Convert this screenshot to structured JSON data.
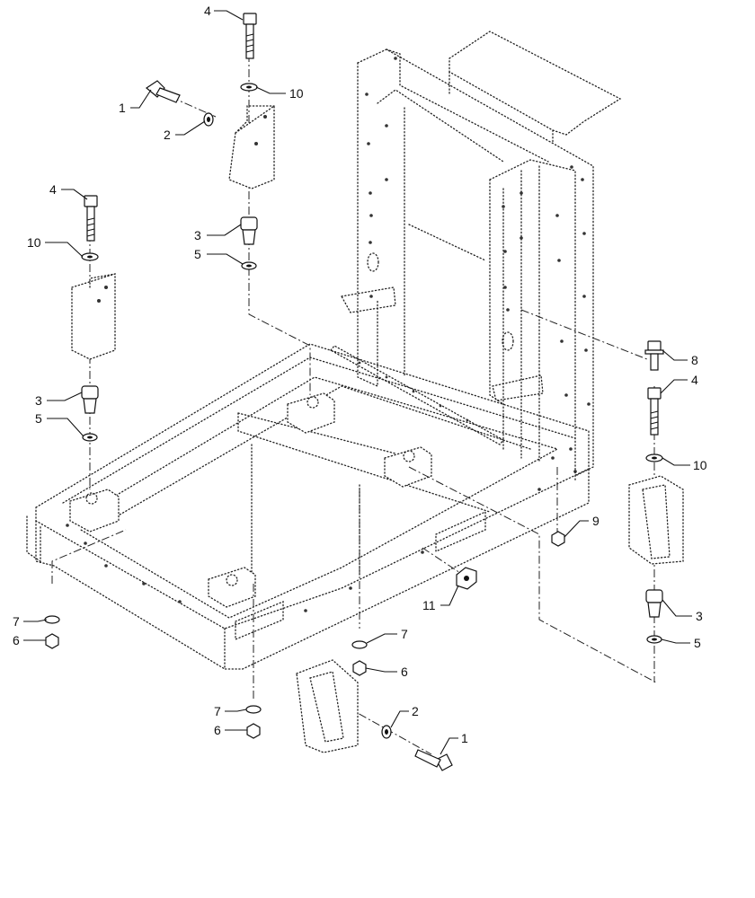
{
  "callouts": [
    {
      "label": "4"
    },
    {
      "label": "10"
    },
    {
      "label": "1"
    },
    {
      "label": "2"
    },
    {
      "label": "3"
    },
    {
      "label": "5"
    },
    {
      "label": "4"
    },
    {
      "label": "10"
    },
    {
      "label": "3"
    },
    {
      "label": "5"
    },
    {
      "label": "8"
    },
    {
      "label": "4"
    },
    {
      "label": "10"
    },
    {
      "label": "3"
    },
    {
      "label": "5"
    },
    {
      "label": "9"
    },
    {
      "label": "11"
    },
    {
      "label": "7"
    },
    {
      "label": "6"
    },
    {
      "label": "7"
    },
    {
      "label": "6"
    },
    {
      "label": "7"
    },
    {
      "label": "6"
    },
    {
      "label": "2"
    },
    {
      "label": "1"
    }
  ]
}
